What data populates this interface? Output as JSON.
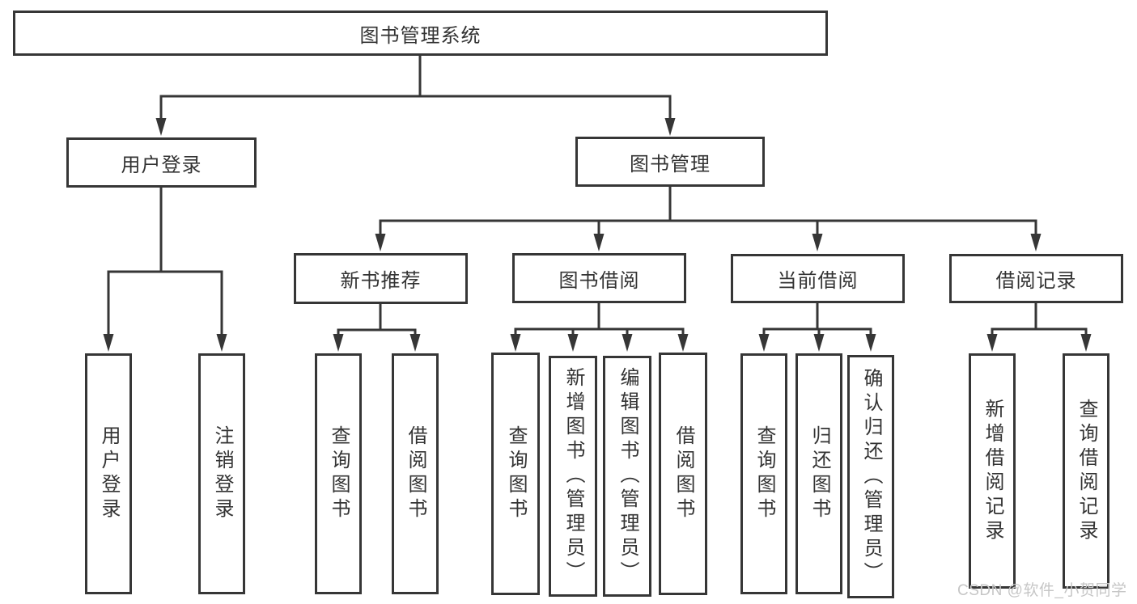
{
  "diagram": {
    "nodes": {
      "root": "图书管理系统",
      "user_login": "用户登录",
      "book_mgmt": "图书管理",
      "new_book_rec": "新书推荐",
      "book_borrow": "图书借阅",
      "current_borrow": "当前借阅",
      "borrow_record": "借阅记录",
      "ul_user_login": "用户登录",
      "ul_logout": "注销登录",
      "nb_query_book": "查询图书",
      "nb_borrow_book": "借阅图书",
      "bb_query_book": "查询图书",
      "bb_add_book": "新增图书（管理员）",
      "bb_edit_book": "编辑图书（管理员）",
      "bb_borrow_book": "借阅图书",
      "cb_query_book": "查询图书",
      "cb_return_book": "归还图书",
      "cb_confirm_return": "确认归还（管理员）",
      "br_add_record": "新增借阅记录",
      "br_query_record": "查询借阅记录"
    },
    "colors": {
      "line": "#363636",
      "text": "#333333",
      "background": "#ffffff",
      "watermark": "#c6c6c6"
    }
  },
  "watermark": "CSDN @软件_小贺同学"
}
